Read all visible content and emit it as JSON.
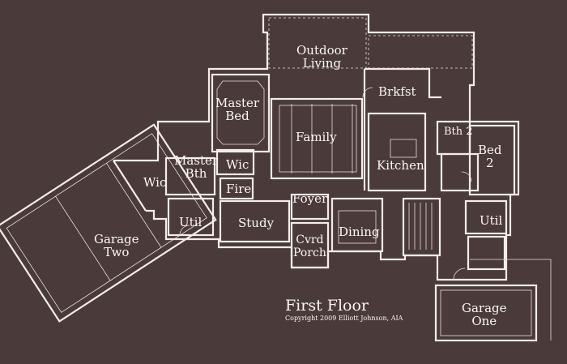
{
  "plan": {
    "title": "First Floor",
    "copyright": "Copyright 2009 Elliott Johnson, AIA",
    "rooms": {
      "outdoor_living": "Outdoor\nLiving",
      "brkfst": "Brkfst",
      "master_bed": "Master\nBed",
      "family": "Family",
      "kitchen": "Kitchen",
      "bth2": "Bth 2",
      "bed2": "Bed\n2",
      "master_bth": "Master\nBth",
      "wic_left": "Wic",
      "wic_right": "Wic",
      "fire": "Fire",
      "foyer": "Foyer",
      "util_left": "Util",
      "util_right": "Util",
      "study": "Study",
      "dining": "Dining",
      "cvrd_porch": "Cvrd\nPorch",
      "garage_two": "Garage\nTwo",
      "garage_one": "Garage\nOne"
    }
  },
  "colors": {
    "background": "#4a3a39",
    "lines": "#f3ecea"
  }
}
